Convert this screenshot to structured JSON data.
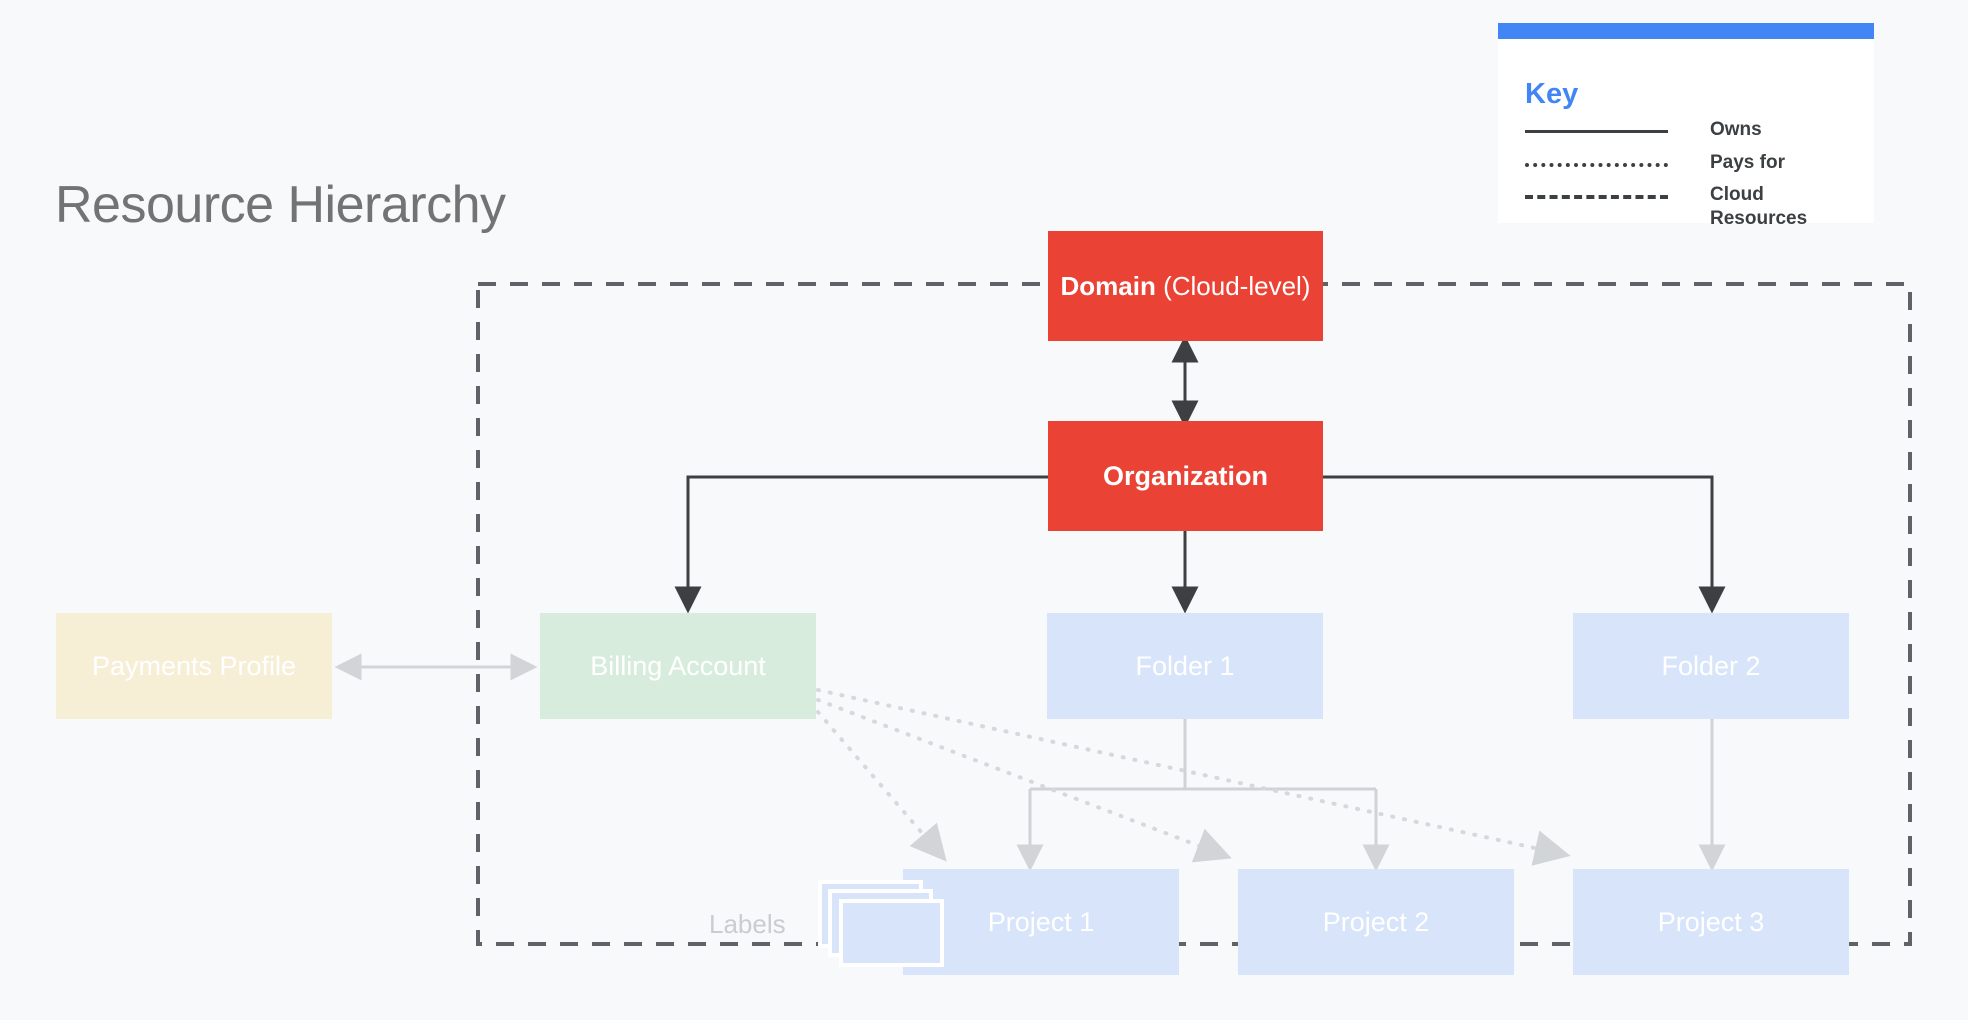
{
  "page": {
    "title": "Resource Hierarchy",
    "background_color": "#f8f9fa"
  },
  "legend": {
    "title": "Key",
    "accent_color": "#4285f4",
    "items": [
      {
        "label": "Owns",
        "line_style": "solid"
      },
      {
        "label": "Pays for",
        "line_style": "dotted"
      },
      {
        "label": "Cloud Resources",
        "line_style": "dashed"
      }
    ]
  },
  "diagram": {
    "boundary": {
      "name": "cloud-resources-boundary",
      "line_style": "dashed",
      "color": "#5f6368"
    },
    "nodes": [
      {
        "id": "domain",
        "label": "Domain",
        "label_suffix": " (Cloud-level)",
        "color": "#ea4335",
        "text_color": "#ffffff"
      },
      {
        "id": "organization",
        "label": "Organization",
        "color": "#ea4335",
        "text_color": "#ffffff"
      },
      {
        "id": "payments-profile",
        "label": "Payments Profile",
        "color": "#f7eed6",
        "text_color": "#ffffff"
      },
      {
        "id": "billing-account",
        "label": "Billing Account",
        "color": "#d8ecdd",
        "text_color": "#ffffff"
      },
      {
        "id": "folder-1",
        "label": "Folder 1",
        "color": "#d7e4f9",
        "text_color": "#ffffff"
      },
      {
        "id": "folder-2",
        "label": "Folder 2",
        "color": "#d7e4f9",
        "text_color": "#ffffff"
      },
      {
        "id": "project-1",
        "label": "Project 1",
        "color": "#d7e4f9",
        "text_color": "#ffffff"
      },
      {
        "id": "project-2",
        "label": "Project 2",
        "color": "#d7e4f9",
        "text_color": "#ffffff"
      },
      {
        "id": "project-3",
        "label": "Project 3",
        "color": "#d7e4f9",
        "text_color": "#ffffff"
      }
    ],
    "labels_cluster": {
      "label": "Labels",
      "card_count": 3,
      "card_color": "#d7e4f9"
    },
    "edges": [
      {
        "from": "domain",
        "to": "organization",
        "style": "solid",
        "arrow": "both",
        "relation": "Owns"
      },
      {
        "from": "organization",
        "to": "billing-account",
        "style": "solid",
        "arrow": "end",
        "relation": "Owns"
      },
      {
        "from": "organization",
        "to": "folder-1",
        "style": "solid",
        "arrow": "end",
        "relation": "Owns"
      },
      {
        "from": "organization",
        "to": "folder-2",
        "style": "solid",
        "arrow": "end",
        "relation": "Owns"
      },
      {
        "from": "payments-profile",
        "to": "billing-account",
        "style": "solid",
        "arrow": "both",
        "relation": "Owns"
      },
      {
        "from": "folder-1",
        "to": "project-1",
        "style": "solid",
        "arrow": "end",
        "relation": "Owns"
      },
      {
        "from": "folder-1",
        "to": "project-2",
        "style": "solid",
        "arrow": "end",
        "relation": "Owns"
      },
      {
        "from": "folder-2",
        "to": "project-3",
        "style": "solid",
        "arrow": "end",
        "relation": "Owns"
      },
      {
        "from": "billing-account",
        "to": "project-1",
        "style": "dotted",
        "arrow": "end",
        "relation": "Pays for"
      },
      {
        "from": "billing-account",
        "to": "project-2",
        "style": "dotted",
        "arrow": "end",
        "relation": "Pays for"
      },
      {
        "from": "billing-account",
        "to": "project-3",
        "style": "dotted",
        "arrow": "end",
        "relation": "Pays for"
      }
    ]
  }
}
